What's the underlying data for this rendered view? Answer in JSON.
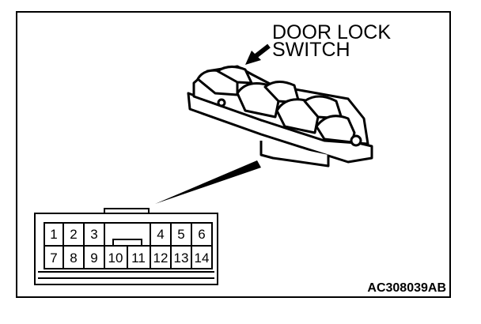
{
  "callout": {
    "line1": "DOOR LOCK",
    "line2": "SWITCH"
  },
  "figure_code": "AC308039AB",
  "connector": {
    "pins_top": [
      "1",
      "2",
      "3",
      "4",
      "5",
      "6"
    ],
    "pins_bottom": [
      "7",
      "8",
      "9",
      "10",
      "11",
      "12",
      "13",
      "14"
    ]
  }
}
